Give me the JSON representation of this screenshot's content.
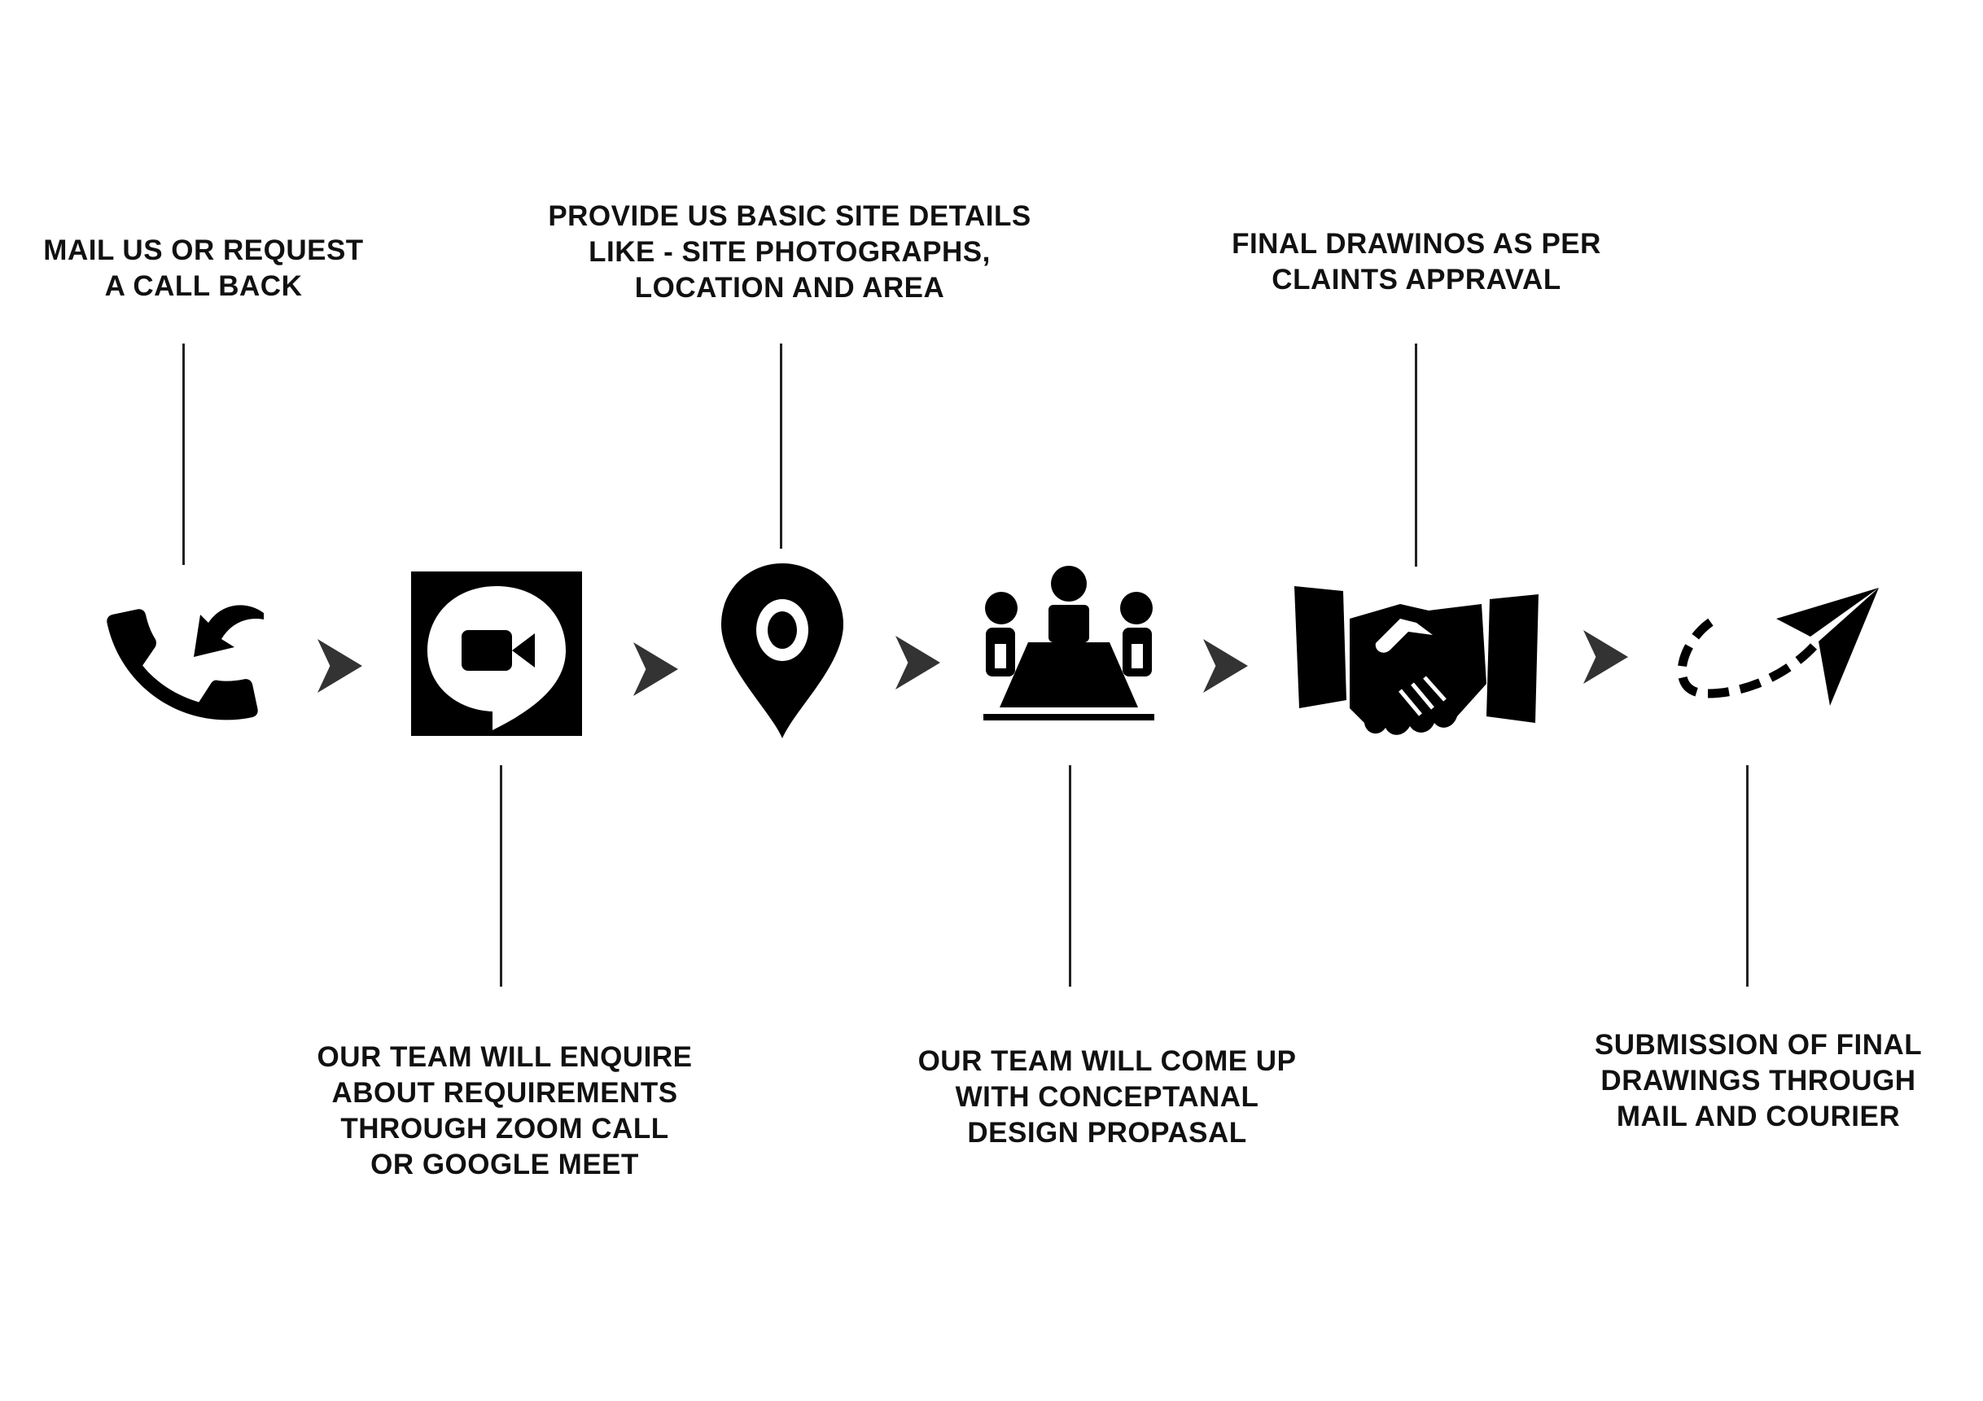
{
  "colors": {
    "ink": "#000000",
    "line": "#222222",
    "chevron": "#333333",
    "background": "#ffffff"
  },
  "steps": [
    {
      "icon": "phone-callback-icon",
      "label": "MAIL US OR REQUEST\nA CALL BACK",
      "position": "top"
    },
    {
      "icon": "video-call-icon",
      "label": "OUR TEAM WILL ENQUIRE\nABOUT REQUIREMENTS\nTHROUGH ZOOM CALL\nOR GOOGLE MEET",
      "position": "bottom"
    },
    {
      "icon": "location-pin-icon",
      "label": "PROVIDE US BASIC SITE DETAILS\nLIKE - SITE PHOTOGRAPHS,\nLOCATION AND AREA",
      "position": "top"
    },
    {
      "icon": "meeting-icon",
      "label": "OUR TEAM WILL COME UP\nWITH CONCEPTANAL\nDESIGN PROPASAL",
      "position": "bottom"
    },
    {
      "icon": "handshake-icon",
      "label": "FINAL DRAWINOS AS PER\nCLAINTS APPRAVAL",
      "position": "top"
    },
    {
      "icon": "paper-plane-icon",
      "label": "SUBMISSION OF FINAL\nDRAWINGS THROUGH\nMAIL AND COURIER",
      "position": "bottom"
    }
  ],
  "connector": "chevron-right-icon"
}
